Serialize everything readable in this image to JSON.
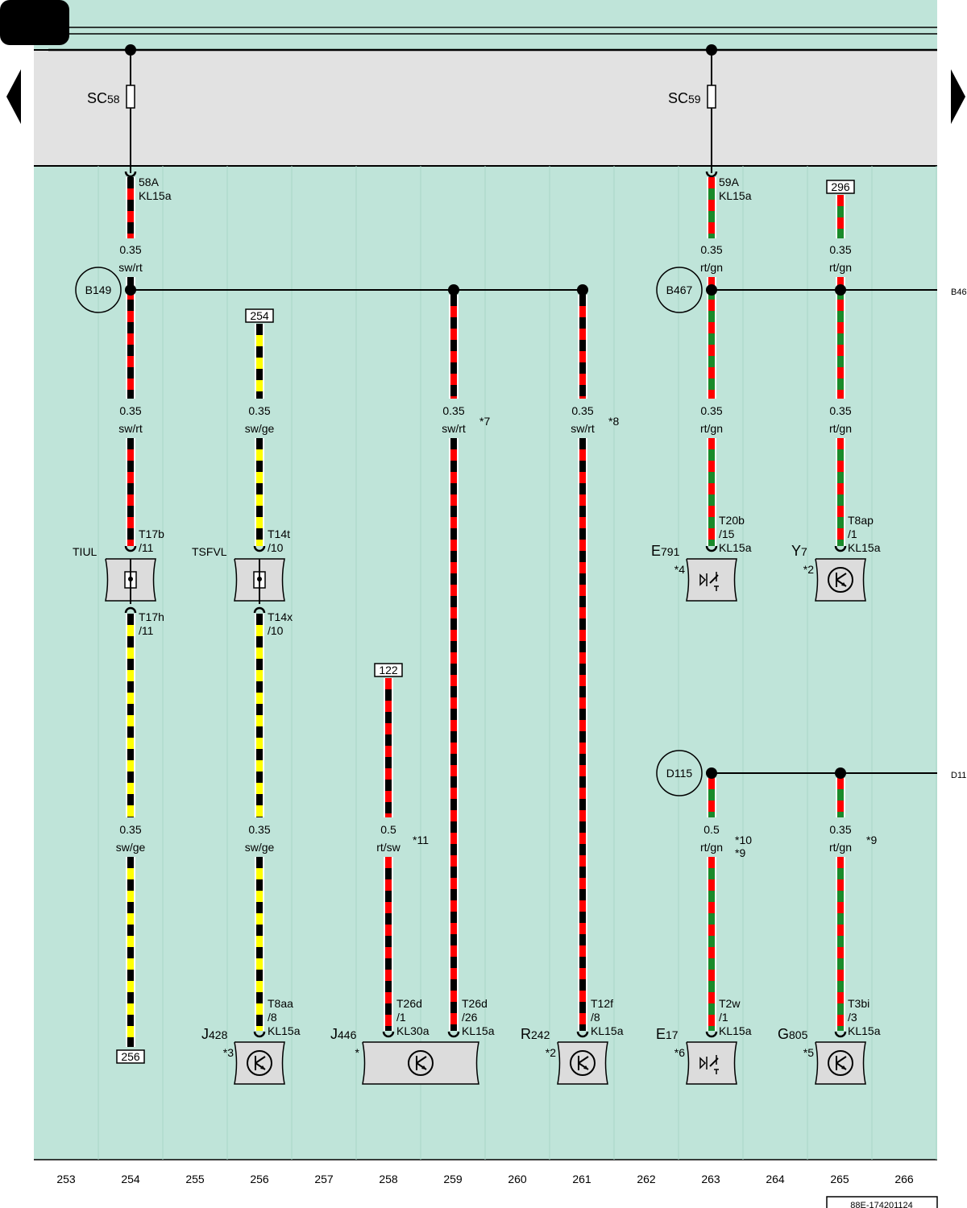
{
  "colors": {
    "background": "#bfe4d9",
    "fuse_band": "#e2e2e2",
    "component_fill": "#dcdcdc",
    "sw": "#000000",
    "rt": "#ff0000",
    "ge": "#ffff00",
    "gn": "#1a8a2a"
  },
  "fuses": [
    {
      "id": "SC58",
      "name": "SC",
      "sub": "58"
    },
    {
      "id": "SC59",
      "name": "SC",
      "sub": "59"
    }
  ],
  "nodes": [
    {
      "id": "B149",
      "label": "B149"
    },
    {
      "id": "B467",
      "label": "B467",
      "edge_label": "B46"
    },
    {
      "id": "D115",
      "label": "D115",
      "edge_label": "D11"
    }
  ],
  "refs": [
    {
      "id": "r296",
      "label": "296"
    },
    {
      "id": "r254",
      "label": "254"
    },
    {
      "id": "r122",
      "label": "122"
    },
    {
      "id": "r256",
      "label": "256"
    }
  ],
  "wires": [
    {
      "id": "w254a",
      "spec": [
        "0.35",
        "sw/rt"
      ],
      "colors": [
        "sw",
        "rt"
      ]
    },
    {
      "id": "w254b",
      "spec": [
        "0.35",
        "sw/rt"
      ],
      "colors": [
        "sw",
        "rt"
      ]
    },
    {
      "id": "w254c",
      "spec": [
        "0.35",
        "sw/ge"
      ],
      "colors": [
        "sw",
        "ge"
      ]
    },
    {
      "id": "w256a",
      "spec": [
        "0.35",
        "sw/ge"
      ],
      "colors": [
        "sw",
        "ge"
      ]
    },
    {
      "id": "w256b",
      "spec": [
        "0.35",
        "sw/ge"
      ],
      "colors": [
        "sw",
        "ge"
      ]
    },
    {
      "id": "w258",
      "spec": [
        "0.5",
        "rt/sw"
      ],
      "colors": [
        "rt",
        "sw"
      ],
      "note": "*11"
    },
    {
      "id": "w259",
      "spec": [
        "0.35",
        "sw/rt"
      ],
      "colors": [
        "sw",
        "rt"
      ],
      "note": "*7"
    },
    {
      "id": "w261",
      "spec": [
        "0.35",
        "sw/rt"
      ],
      "colors": [
        "sw",
        "rt"
      ],
      "note": "*8"
    },
    {
      "id": "w263a",
      "spec": [
        "0.35",
        "rt/gn"
      ],
      "colors": [
        "rt",
        "gn"
      ]
    },
    {
      "id": "w263b",
      "spec": [
        "0.35",
        "rt/gn"
      ],
      "colors": [
        "rt",
        "gn"
      ]
    },
    {
      "id": "w263c",
      "spec": [
        "0.5",
        "rt/gn"
      ],
      "colors": [
        "rt",
        "gn"
      ],
      "note": "*10\n*9"
    },
    {
      "id": "w265a",
      "spec": [
        "0.35",
        "rt/gn"
      ],
      "colors": [
        "rt",
        "gn"
      ]
    },
    {
      "id": "w265b",
      "spec": [
        "0.35",
        "rt/gn"
      ],
      "colors": [
        "rt",
        "gn"
      ]
    },
    {
      "id": "w265c",
      "spec": [
        "0.35",
        "rt/gn"
      ],
      "colors": [
        "rt",
        "gn"
      ],
      "note": "*9"
    }
  ],
  "pins": [
    {
      "id": "p58A",
      "lines": [
        "58A",
        "KL15a"
      ]
    },
    {
      "id": "p59A",
      "lines": [
        "59A",
        "KL15a"
      ]
    },
    {
      "id": "pT17b",
      "lines": [
        "T17b",
        "/11"
      ]
    },
    {
      "id": "pT17h",
      "lines": [
        "T17h",
        "/11"
      ]
    },
    {
      "id": "pT14t",
      "lines": [
        "T14t",
        "/10"
      ]
    },
    {
      "id": "pT14x",
      "lines": [
        "T14x",
        "/10"
      ]
    },
    {
      "id": "pT20b",
      "lines": [
        "T20b",
        "/15",
        "KL15a"
      ]
    },
    {
      "id": "pT8ap",
      "lines": [
        "T8ap",
        "/1",
        "KL15a"
      ]
    },
    {
      "id": "pT8aa",
      "lines": [
        "T8aa",
        "/8",
        "KL15a"
      ]
    },
    {
      "id": "pT26d1",
      "lines": [
        "T26d",
        "/1",
        "KL30a"
      ]
    },
    {
      "id": "pT26d26",
      "lines": [
        "T26d",
        "/26",
        "KL15a"
      ]
    },
    {
      "id": "pT12f",
      "lines": [
        "T12f",
        "/8",
        "KL15a"
      ]
    },
    {
      "id": "pT2w",
      "lines": [
        "T2w",
        "/1",
        "KL15a"
      ]
    },
    {
      "id": "pT3bi",
      "lines": [
        "T3bi",
        "/3",
        "KL15a"
      ]
    }
  ],
  "components": [
    {
      "id": "TIUL",
      "name": "TIUL",
      "sub": "",
      "note": ""
    },
    {
      "id": "TSFVL",
      "name": "TSFVL",
      "sub": "",
      "note": ""
    },
    {
      "id": "E791",
      "name": "E",
      "sub": "791",
      "note": "*4"
    },
    {
      "id": "Y7",
      "name": "Y",
      "sub": "7",
      "note": "*2"
    },
    {
      "id": "J428",
      "name": "J",
      "sub": "428",
      "note": "*3"
    },
    {
      "id": "J446",
      "name": "J",
      "sub": "446",
      "note": "*"
    },
    {
      "id": "R242",
      "name": "R",
      "sub": "242",
      "note": "*2"
    },
    {
      "id": "E17",
      "name": "E",
      "sub": "17",
      "note": "*6"
    },
    {
      "id": "G805",
      "name": "G",
      "sub": "805",
      "note": "*5"
    }
  ],
  "tracks": [
    "253",
    "254",
    "255",
    "256",
    "257",
    "258",
    "259",
    "260",
    "261",
    "262",
    "263",
    "264",
    "265",
    "266"
  ],
  "doc_id": "88E-174201124"
}
